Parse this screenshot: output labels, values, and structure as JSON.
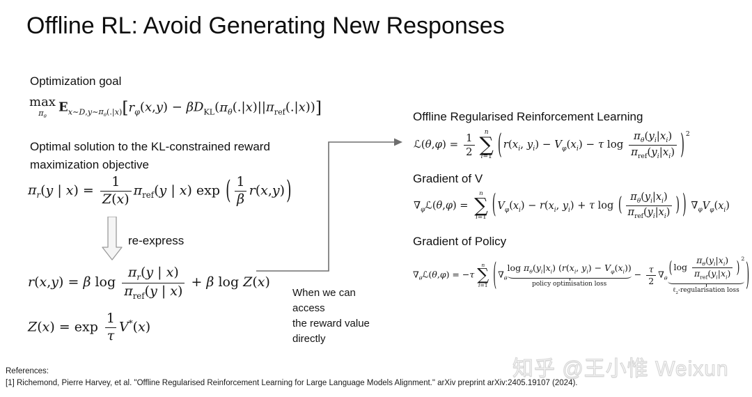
{
  "slide": {
    "title": "Offline RL:  Avoid Generating New Responses",
    "left": {
      "goal_label": "Optimization goal",
      "goal_formula": "<span class=lim><span class=lmain>max</span><span class=lunder><i>π<sub>θ</sub></i></span></span><b class=bbe>E</b><sub><i>x</i>∼<i>D</i>,<i>y</i>∼<i>π<sub>θ</sub></i>(.|<i>x</i>)</sub><span class=bq>[</span><i>r<sub>φ</sub></i>(<i>x</i>,<i>y</i>) − <i>βD</i><sub>KL</sub>(<i>π<sub>θ</sub></i>(.|<i>x</i>)||<i>π</i><sub>ref</sub>(.|<i>x</i>))<span class=bq>]</span>",
      "optimal_label_lines": [
        "Optimal solution to the KL-constrained reward",
        "maximization objective"
      ],
      "pi_formula": "<i>π<sub>r</sub></i>(<i>y</i> | <i>x</i>) = <span class=frac><span class=num>1</span><span class=den><i>Z</i>(<i>x</i>)</span></span><i>π</i><sub>ref</sub>(<i>y</i> | <i>x</i>) exp <span class=bpm>(</span><span class=frac><span class=num>1</span><span class=den><i>β</i></span></span><i>r</i>(<i>x</i>,<i>y</i>)<span class=bpm>)</span>",
      "reexpress_label": "re-express",
      "reward_formula": "<i>r</i>(<i>x</i>,<i>y</i>) = <i>β</i> log <span class=frac><span class=num><i>π<sub>r</sub></i>(<i>y</i> | <i>x</i>)</span><span class=den><i>π</i><sub>ref</sub>(<i>y</i> | <i>x</i>)</span></span> + <i>β</i> log <i>Z</i>(<i>x</i>)",
      "z_formula": "<i>Z</i>(<i>x</i>) = exp <span class=frac><span class=num>1</span><span class=den><i>τ</i></span></span><i>V</i><sup>*</sup>(<i>x</i>)"
    },
    "connector": {
      "note_lines": [
        "When we can",
        "access",
        "the reward value",
        "directly"
      ]
    },
    "right": {
      "orl_label": "Offline Regularised Reinforcement Learning",
      "orl_formula": "ℒ(<i>θ</i>,<i>φ</i>) = <span class=frac><span class=num>1</span><span class=den>2</span></span><span class=sum><span class=stop><i>n</i></span><span class=ssym>∑</span><span class=sbot><i>i</i>=1</span></span><span class=bpl>(</span><i>r</i>(<i>x<sub>i</sub></i>, <i>y<sub>i</sub></i>) − <i>V<sub>φ</sub></i>(<i>x<sub>i</sub></i>) − <i>τ</i> log <span class=frac><span class=num><i>π<sub>θ</sub></i>(<i>y<sub>i</sub></i>|<i>x<sub>i</sub></i>)</span><span class=den><i>π</i><sub>ref</sub>(<i>y<sub>i</sub></i>|<i>x<sub>i</sub></i>)</span></span><span class=bpl>)</span><sup class=s2>2</sup>",
      "gradv_label": "Gradient of V",
      "gradv_formula": "∇<sub><i>φ</i></sub>ℒ(<i>θ</i>,<i>φ</i>) = <span class=sum><span class=stop><i>n</i></span><span class=ssym>∑</span><span class=sbot><i>i</i>=1</span></span><span class=bpl>(</span><i>V<sub>φ</sub></i>(<i>x<sub>i</sub></i>) − <i>r</i>(<i>x<sub>i</sub></i>, <i>y<sub>i</sub></i>) + <i>τ</i> log <span class=bpm>(</span><span class=frac><span class=num><i>π<sub>θ</sub></i>(<i>y<sub>i</sub></i>|<i>x<sub>i</sub></i>)</span><span class=den><i>π</i><sub>ref</sub>(<i>y<sub>i</sub></i>|<i>x<sub>i</sub></i>)</span></span><span class=bpm>)</span><span class=bpl>)</span> ∇<sub><i>φ</i></sub><i>V<sub>φ</sub></i>(<i>x<sub>i</sub></i>)",
      "gradp_label": "Gradient of Policy",
      "gradp_formula": "∇<sub><i>θ</i></sub>ℒ(<i>θ</i>,<i>φ</i>) = −<i>τ</i><span class=sum><span class=stop><i>n</i></span><span class=ssym>∑</span><span class=sbot><i>i</i>=1</span></span><span class=bpxl>(</span>∇<sub><i>θ</i></sub><span class=ubg><span class=ubc>log <i>π<sub>θ</sub></i>(<i>y<sub>i</sub></i>|<i>x<sub>i</sub></i>) (<i>r</i>(<i>x<sub>i</sub></i>, <i>y<sub>i</sub></i>) − <i>V<sub>φ</sub></i>(<i>x<sub>i</sub></i>))</span><span class=ubrace><b class=tk></b></span><span class=ublabel>policy optimisation loss</span></span> − <span class=frac><span class=num><i>τ</i></span><span class=den>2</span></span>∇<sub><i>θ</i></sub><span class=ubg><span class=ubc><span class=bpm>(</span>log <span class=frac><span class=num><i>π<sub>θ</sub></i>(<i>y<sub>i</sub></i>|<i>x<sub>i</sub></i>)</span><span class=den><i>π</i><sub>ref</sub>(<i>y<sub>i</sub></i>|<i>x<sub>i</sub></i>)</span></span><span class=bpm>)</span><sup class=s2>2</sup></span><span class=ubrace><b class=tk></b></span><span class=ublabel>ℓ<sub>2</sub>-regularisation loss</span></span><span class=bpxl>)</span>"
    },
    "footer": {
      "refs_label": "References:",
      "ref1": "[1] Richemond, Pierre Harvey, et al. \"Offline Regularised Reinforcement Learning for Large Language Models Alignment.\" arXiv preprint arXiv:2405.19107 (2024)."
    },
    "watermark": "知乎 @王小惟 Weixun",
    "colors": {
      "text": "#141414",
      "flow_arrow": "#6e6e6e",
      "block_arrow_fill": "#f5f5f5",
      "block_arrow_border": "#9a9a9a",
      "watermark": "#d7d7d7"
    }
  }
}
